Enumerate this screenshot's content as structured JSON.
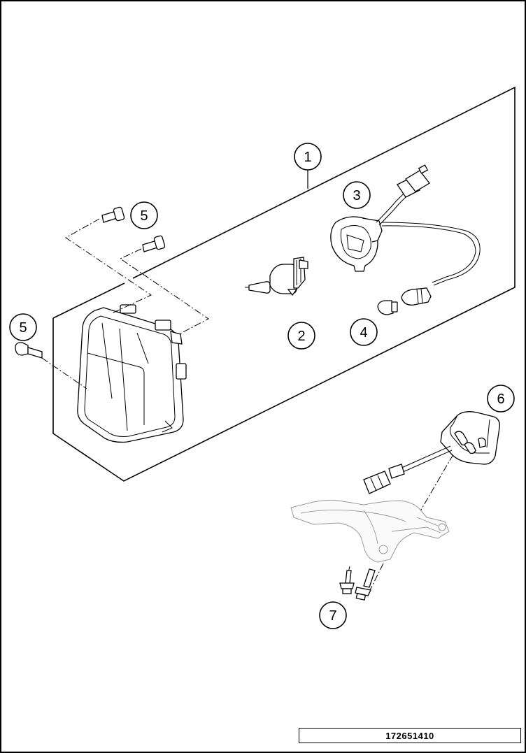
{
  "callouts": [
    {
      "id": "c1",
      "label": "1"
    },
    {
      "id": "c2",
      "label": "2"
    },
    {
      "id": "c3",
      "label": "3"
    },
    {
      "id": "c4",
      "label": "4"
    },
    {
      "id": "c5a",
      "label": "5"
    },
    {
      "id": "c5b",
      "label": "5"
    },
    {
      "id": "c6",
      "label": "6"
    },
    {
      "id": "c7",
      "label": "7"
    }
  ],
  "reference_number": "172651410"
}
